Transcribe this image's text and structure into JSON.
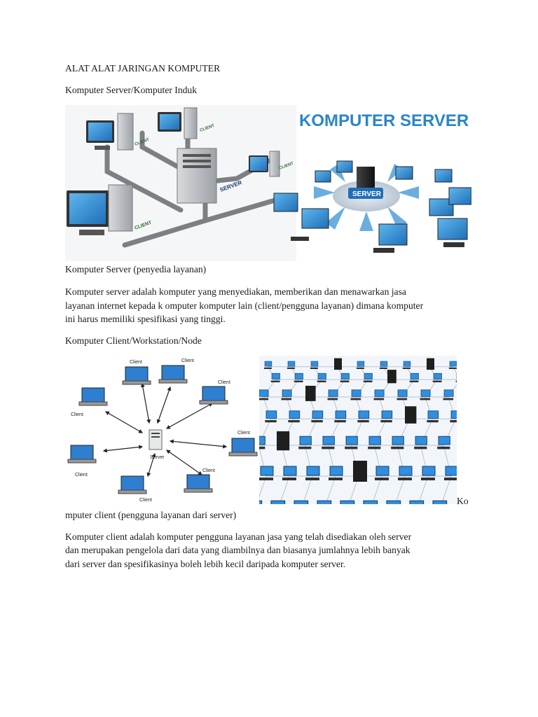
{
  "document": {
    "title": "ALAT ALAT JARINGAN KOMPUTER",
    "section1_heading": "Komputer Server/Komputer Induk",
    "figure1": {
      "banner_text": "KOMPUTER SERVER",
      "left_labels": {
        "client_top_a": "CLIENT",
        "client_top_b": "CLIENT",
        "client_right": "CLIENT",
        "server": "SERVER",
        "client_bottom": "CLIENT"
      },
      "hub_label": "SERVER"
    },
    "section1_caption": "Komputer Server (penyedia layanan)",
    "section1_paragraph": [
      "Komputer server adalah komputer yang menyediakan, memberikan dan menawarkan jasa",
      "layanan internet kepada k omputer komputer lain (client/pengguna layanan) dimana komputer",
      "ini harus memiliki spesifikasi yang tinggi."
    ],
    "section2_heading": "Komputer Client/Workstation/Node",
    "figure2": {
      "server_label": "Server",
      "client_label": "Client"
    },
    "section2_caption_tail": "Ko",
    "section2_caption": "mputer client (pengguna layanan dari server)",
    "section2_paragraph": [
      "Komputer client adalah komputer pengguna layanan jasa yang telah disediakan oleh server",
      "dan merupakan pengelola dari data yang diambilnya dan biasanya jumlahnya lebih banyak",
      "dari server dan spesifikasinya boleh lebih kecil daripada komputer server."
    ]
  }
}
